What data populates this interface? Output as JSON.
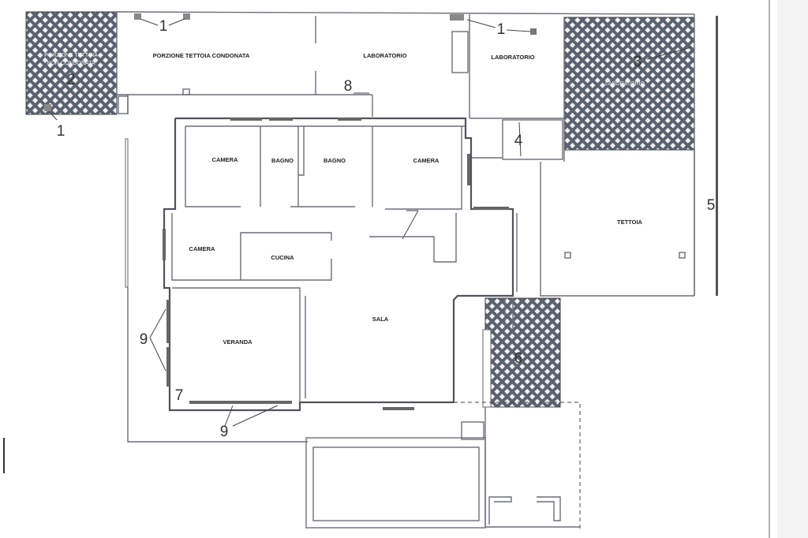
{
  "plan": {
    "rooms": {
      "tettoia_non_condonata_1": "PORZIONE TETTOIA",
      "tettoia_non_condonata_2": "NON CONDONATA",
      "tettoia_condonata": "PORZIONE TETTOIA CONDONATA",
      "laboratorio_1": "LABORATORIO",
      "laboratorio_2": "LABORATORIO",
      "laboratorio_3": "LABORATORIO",
      "camera_1": "CAMERA",
      "bagno_1": "BAGNO",
      "bagno_2": "BAGNO",
      "camera_2": "CAMERA",
      "camera_3": "CAMERA",
      "cucina": "CUCINA",
      "sala": "SALA",
      "veranda": "VERANDA",
      "tettoia": "TETTOIA"
    },
    "markers": {
      "m1a": "1",
      "m1b": "1",
      "m1c": "1",
      "m2": "2",
      "m3": "3",
      "m4": "4",
      "m5": "5",
      "m6": "6",
      "m7": "7",
      "m8": "8",
      "m9a": "9",
      "m9b": "9"
    },
    "colors": {
      "wall": "#6b6e78",
      "hatch": "#5a6270"
    }
  }
}
